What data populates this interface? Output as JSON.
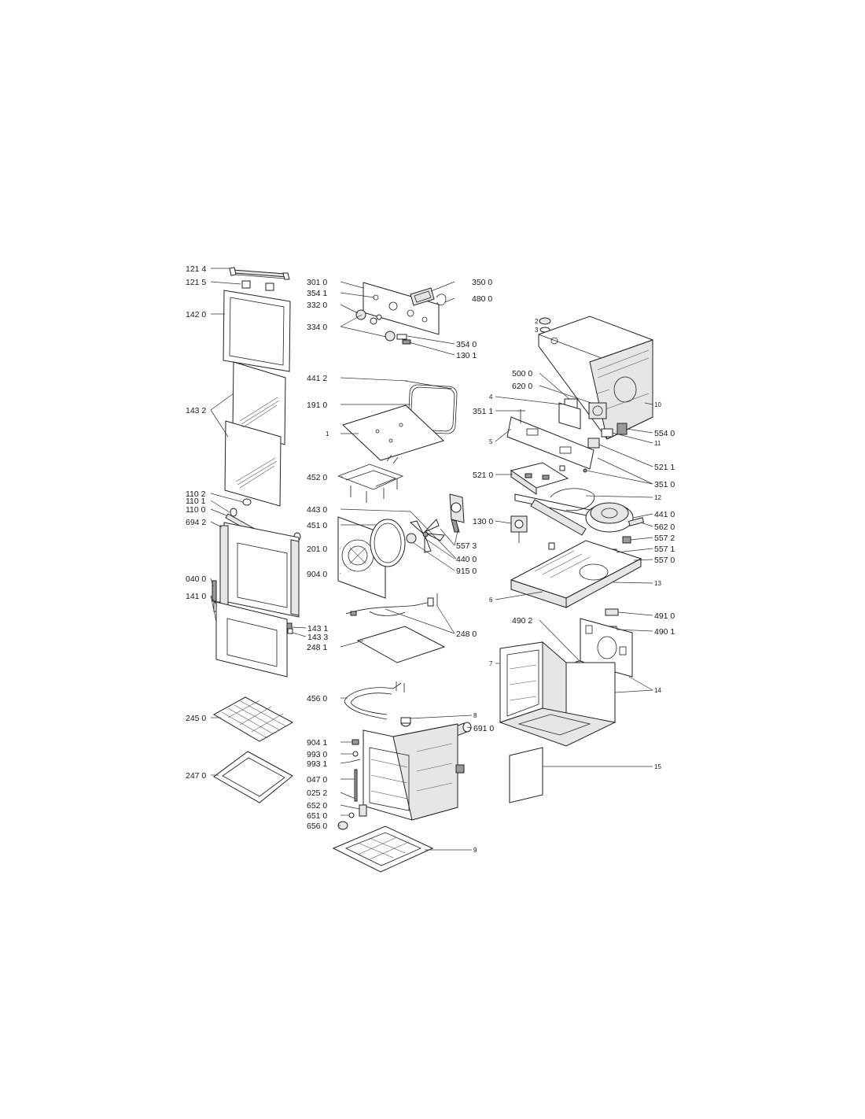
{
  "labels": {
    "l1214": "121 4",
    "l1215": "121 5",
    "l1420": "142 0",
    "l1432": "143 2",
    "l1102": "110 2",
    "l1101": "110 1",
    "l1100": "110 0",
    "l6942": "694 2",
    "l0400": "040 0",
    "l1410": "141 0",
    "l1431": "143 1",
    "l1433": "143 3",
    "l2450": "245 0",
    "l2470": "247 0",
    "l3010": "301 0",
    "l3541": "354 1",
    "l3320": "332 0",
    "l3340": "334 0",
    "l3500": "350 0",
    "l4800": "480 0",
    "l3540": "354 0",
    "l1301": "130 1",
    "l4412": "441 2",
    "l1910": "191 0",
    "n1": "1",
    "l4520": "452 0",
    "l4430": "443 0",
    "l4510": "451 0",
    "l2010": "201 0",
    "l9040": "904 0",
    "l5573": "557 3",
    "l4400": "440 0",
    "l9150": "915 0",
    "l2480": "248 0",
    "l2481": "248 1",
    "l4560": "456 0",
    "n8": "8",
    "l6910": "691 0",
    "l9041": "904 1",
    "l9930": "993 0",
    "l9931": "993 1",
    "l0470": "047 0",
    "l0252": "025 2",
    "l6520": "652 0",
    "l6510": "651 0",
    "l6560": "656 0",
    "n9": "9",
    "n2": "2",
    "n3": "3",
    "n10": "10",
    "l5000": "500 0",
    "l6200": "620 0",
    "n4": "4",
    "l3511": "351 1",
    "n5": "5",
    "l5540": "554 0",
    "n11": "11",
    "l5211": "521 1",
    "l5210": "521 0",
    "l3510": "351 0",
    "n12": "12",
    "l4410": "441 0",
    "l1300": "130 0",
    "l5620": "562 0",
    "l5572": "557 2",
    "l5571": "557 1",
    "l5570": "557 0",
    "n6": "6",
    "n13": "13",
    "l4910": "491 0",
    "l4902": "490 2",
    "l4901": "490 1",
    "n7": "7",
    "n14": "14",
    "n15": "15"
  }
}
